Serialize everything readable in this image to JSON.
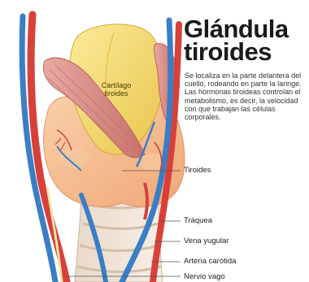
{
  "title": {
    "line1": "Glándula",
    "line2": "tiroides"
  },
  "description": "Se localiza en la parte delantera del cuello, rodeando en parte la laringe. Las hormonas tiroideas controlan el metabolismo, es decir, la velocidad con que trabajan las células corporales.",
  "inner_label": {
    "line1": "Cartílago",
    "line2": "tiroides"
  },
  "labels": {
    "tiroides": "Tiroides",
    "traquea": "Tráquea",
    "vena_yugular": "Vena yugular",
    "arteria_carotida": "Arteria carótida",
    "nervio_vago": "Nervio vago"
  },
  "colors": {
    "artery": "#d8403a",
    "vein": "#3b7ec6",
    "cartilage": "#f4dc6e",
    "gland": "#f6b98f",
    "muscle": "#d98f8a"
  }
}
